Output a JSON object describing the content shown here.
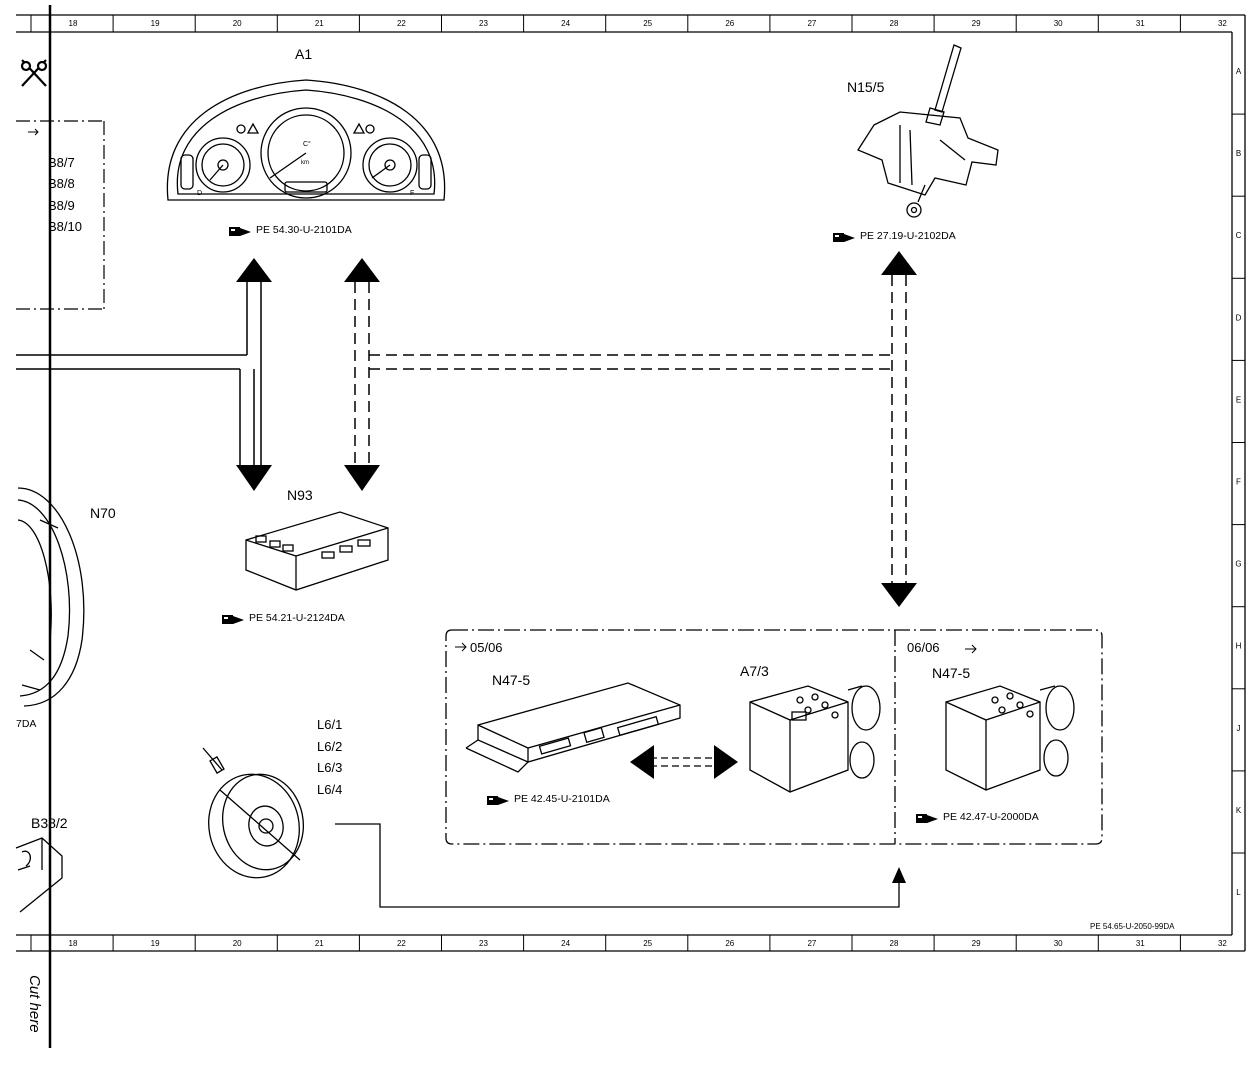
{
  "border": {
    "columns": [
      "18",
      "19",
      "20",
      "21",
      "22",
      "23",
      "24",
      "25",
      "26",
      "27",
      "28",
      "29",
      "30",
      "31",
      "32"
    ],
    "rows": [
      "A",
      "B",
      "C",
      "D",
      "E",
      "F",
      "G",
      "H",
      "J",
      "K",
      "L"
    ]
  },
  "cut_label": "Cut here",
  "footer_ref": "PE 54.65-U-2050-99DA",
  "components": {
    "a1": {
      "label": "A1",
      "ref": "PE 54.30-U-2101DA",
      "gauge_left": "D",
      "gauge_mid_a": "C°",
      "gauge_mid_b": "km",
      "gauge_right": "F"
    },
    "n15_5": {
      "label": "N15/5",
      "ref": "PE 27.19-U-2102DA"
    },
    "n93": {
      "label": "N93",
      "ref": "PE 54.21-U-2124DA"
    },
    "n70": {
      "label": "N70",
      "ref_fragment": "7DA"
    },
    "b38_2": {
      "label": "B38/2"
    },
    "l6": {
      "labels": [
        "L6/1",
        "L6/2",
        "L6/3",
        "L6/4"
      ]
    },
    "left_box": {
      "labels": [
        "B8/7",
        "B8/8",
        "B8/9",
        "B8/10"
      ]
    },
    "group": {
      "left_date": "05/06",
      "right_date": "06/06",
      "n47_5_a": {
        "label": "N47-5",
        "ref": "PE 42.45-U-2101DA"
      },
      "a7_3": {
        "label": "A7/3"
      },
      "n47_5_b": {
        "label": "N47-5",
        "ref": "PE 42.47-U-2000DA"
      }
    }
  }
}
